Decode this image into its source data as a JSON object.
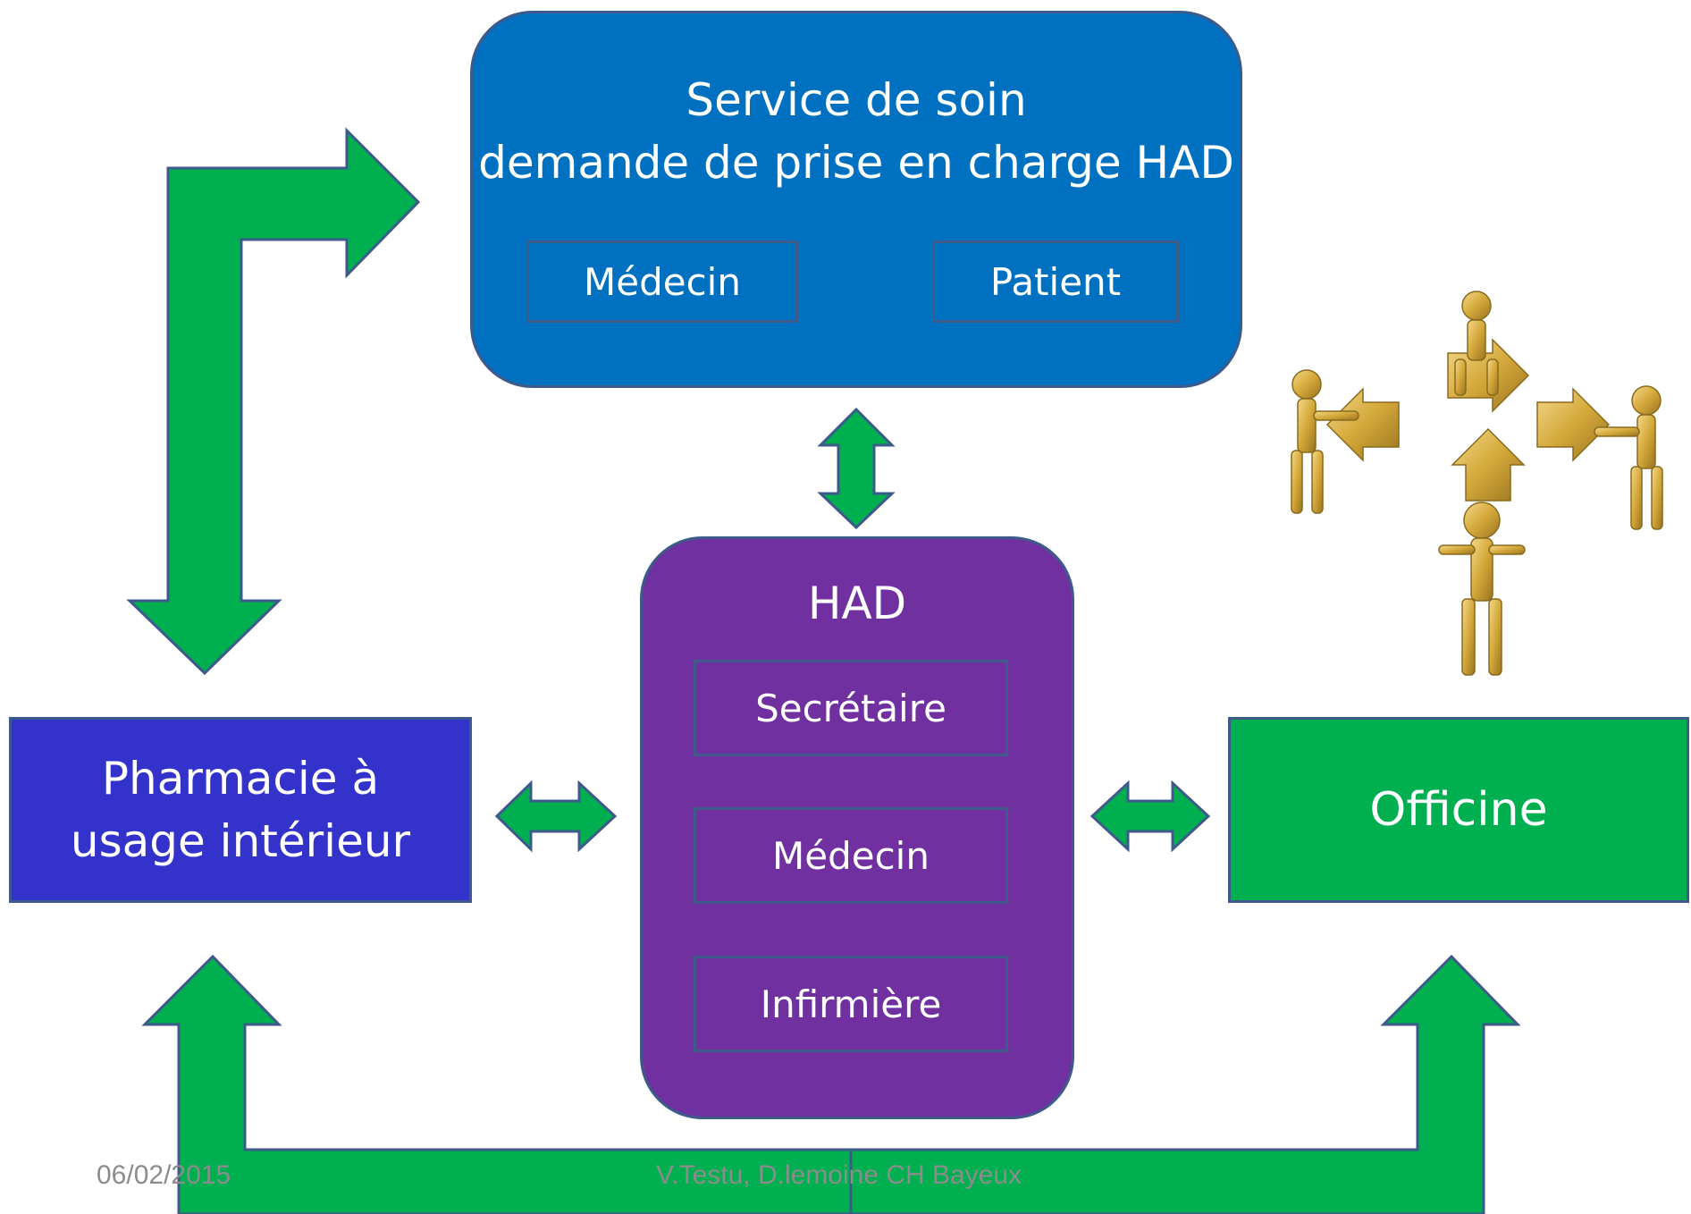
{
  "service": {
    "title": "Service de soin\ndemande de prise en charge HAD",
    "medecin": "Médecin",
    "patient": "Patient"
  },
  "had": {
    "title": "HAD",
    "secretaire": "Secrétaire",
    "medecin": "Médecin",
    "infirmiere": "Infirmière"
  },
  "pharmacie": {
    "label": "Pharmacie à\nusage intérieur"
  },
  "officine": {
    "label": "Officine"
  },
  "footer": {
    "date": "06/02/2015",
    "authors": "V.Testu, D.lemoine CH Bayeux"
  },
  "colors": {
    "service": "#0070c0",
    "had": "#7030a0",
    "pharmacie": "#3333cc",
    "officine": "#00b050",
    "arrow": "#00b050",
    "arrow_border": "#3d5a8a",
    "figures": "#d4a83a"
  },
  "icons": {
    "teamwork": "gold-figures-puzzle-arrows-icon"
  }
}
